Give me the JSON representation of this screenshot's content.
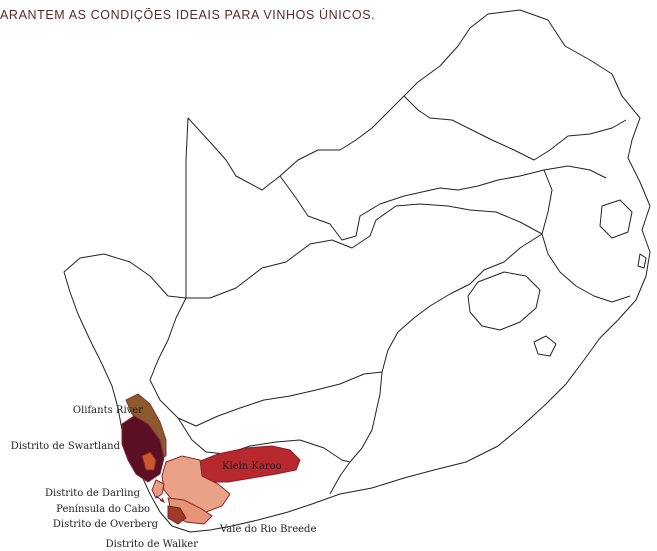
{
  "headline": "ARANTEM AS CONDIÇÕES IDEAIS PARA VINHOS ÚNICOS.",
  "regions": [
    {
      "id": "olifants",
      "label": "Olifants River",
      "color": "#8c5a2e"
    },
    {
      "id": "swartland",
      "label": "Distrito de Swartland",
      "color": "#5a0f24"
    },
    {
      "id": "klein",
      "label": "Klein Karoo",
      "color": "#b8282f"
    },
    {
      "id": "darling",
      "label": "Distrito de Darling",
      "color": "#c85a2a"
    },
    {
      "id": "cabo",
      "label": "Península do Cabo",
      "color": "#e79f7f"
    },
    {
      "id": "overberg",
      "label": "Distrito de Overberg",
      "color": "#e59575"
    },
    {
      "id": "breede",
      "label": "Vale do Rio Breede",
      "color": "#e9a286"
    },
    {
      "id": "walker",
      "label": "Distrito de Walker",
      "color": "#9e3a2a"
    }
  ]
}
